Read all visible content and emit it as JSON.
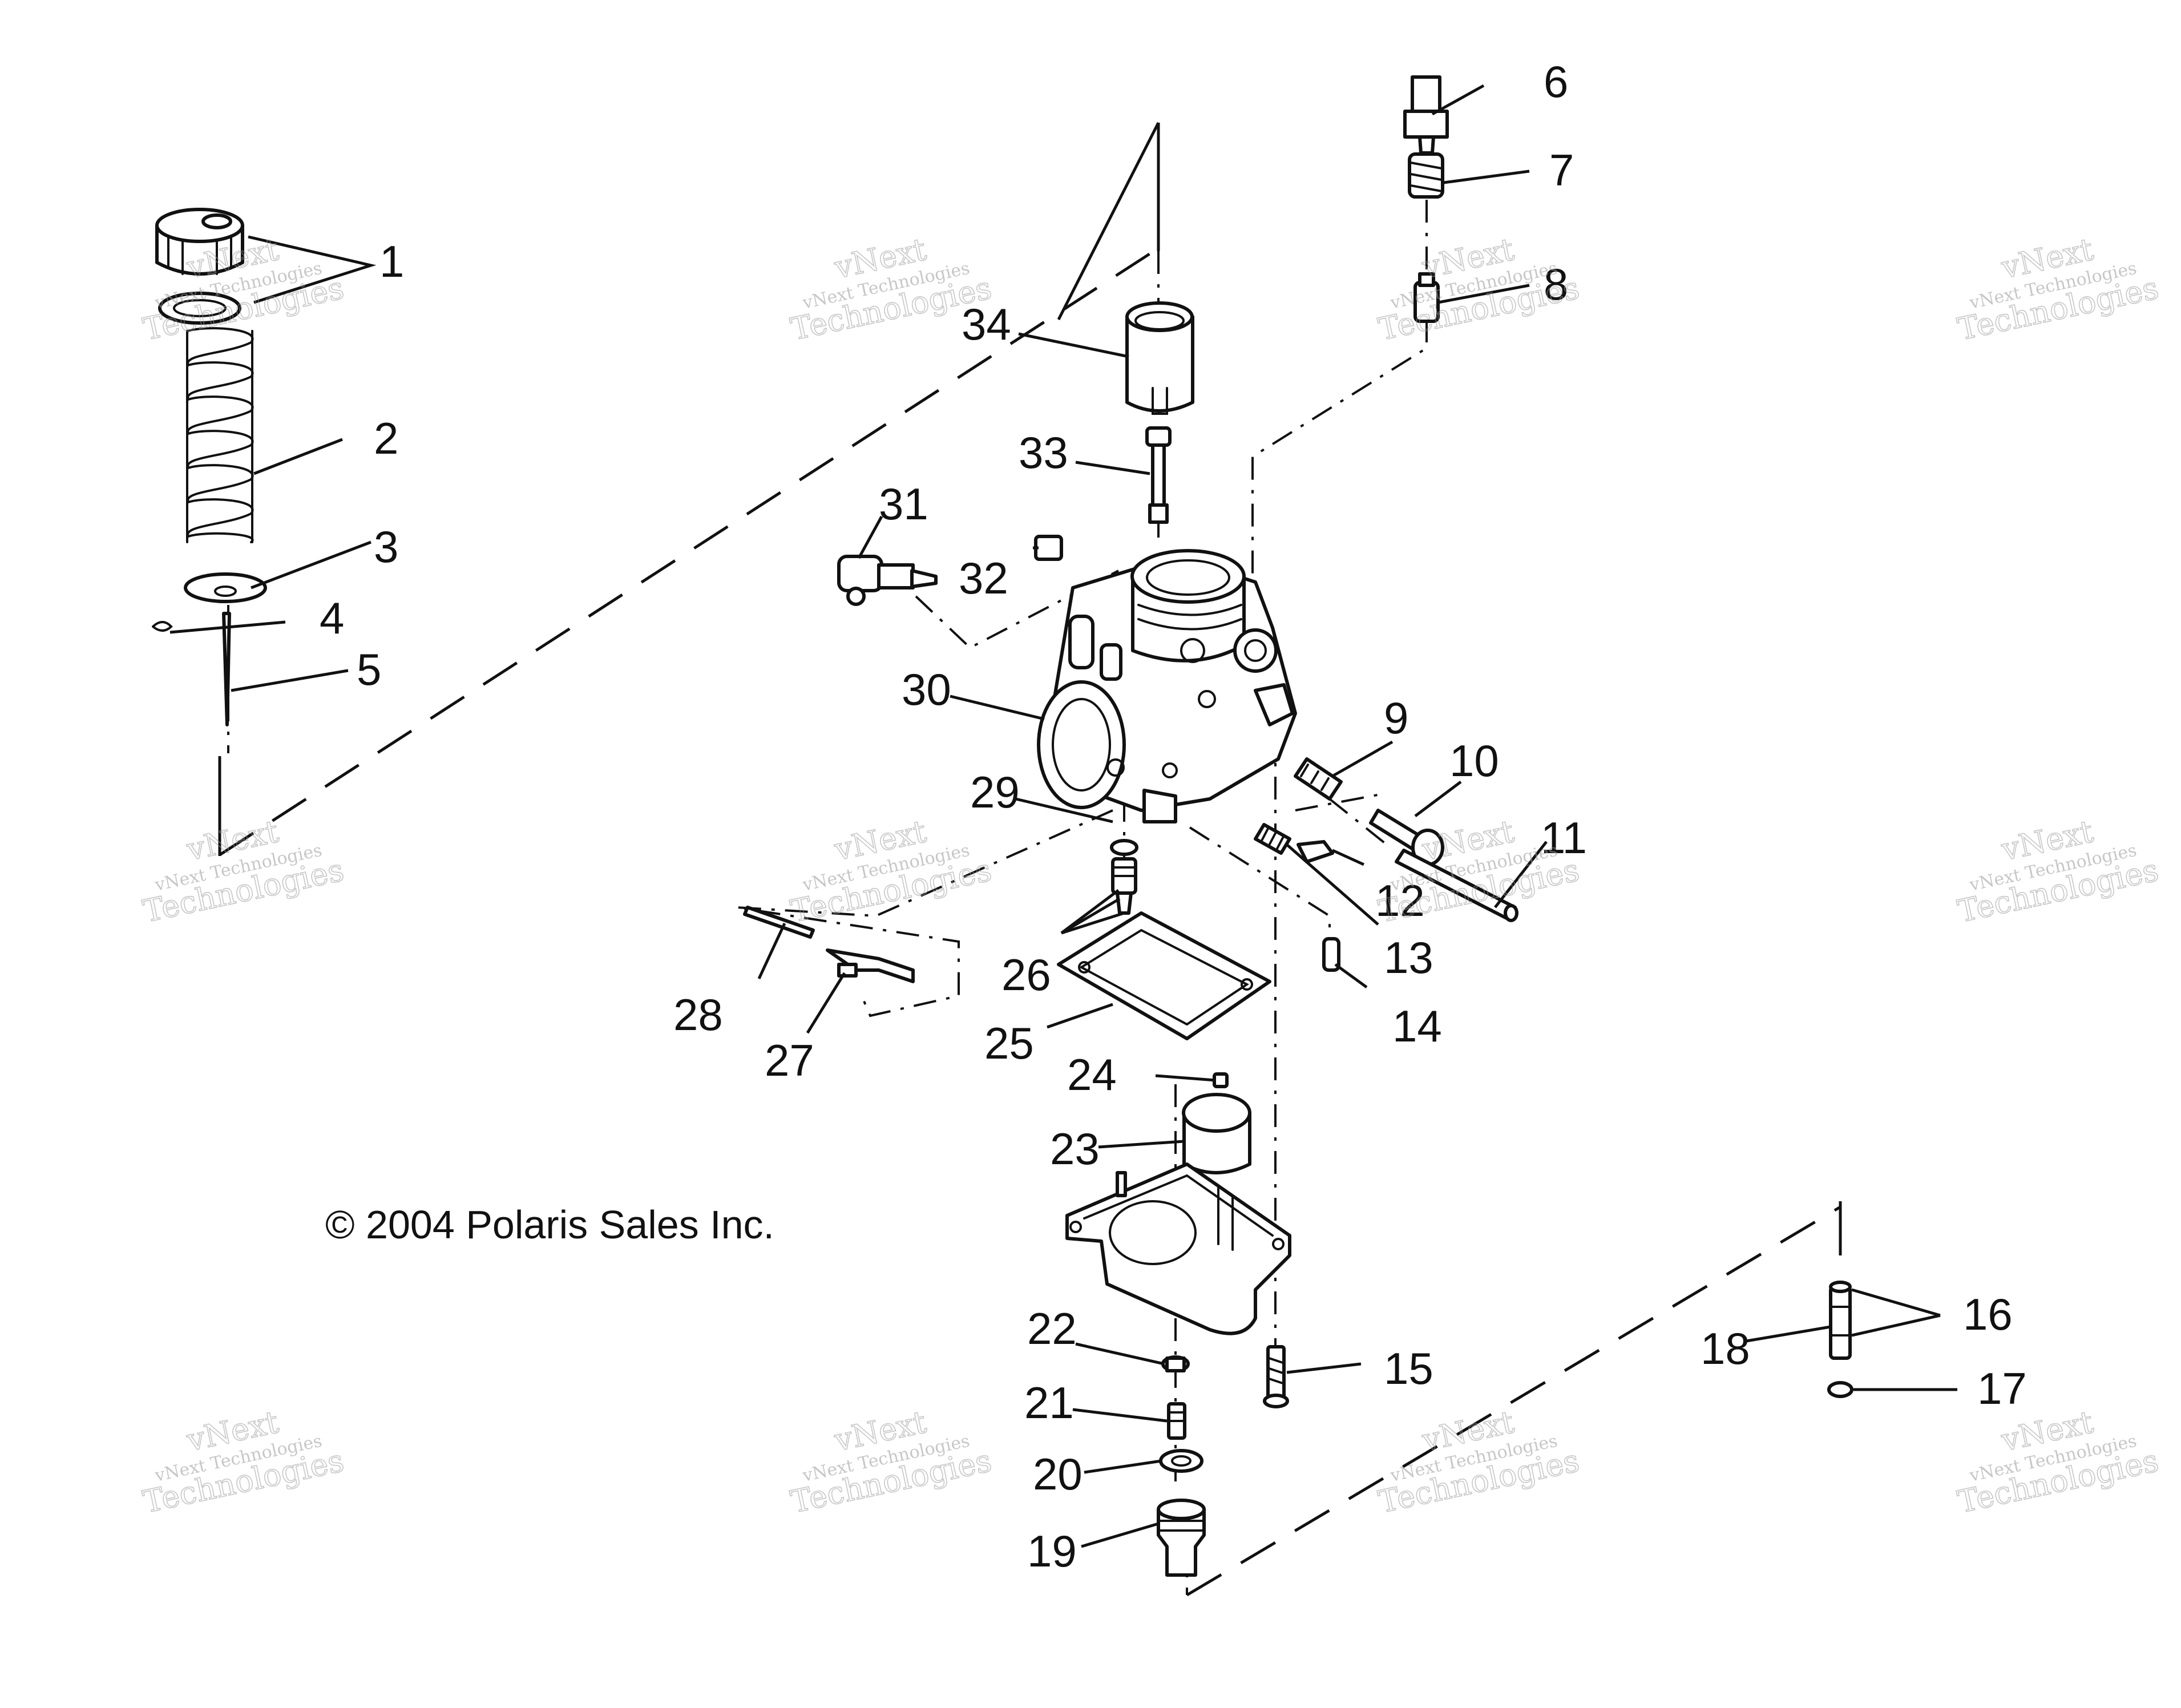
{
  "copyright": "© 2004 Polaris Sales Inc.",
  "watermark": {
    "line1": "vNext Technologies",
    "line2": "vNext",
    "line3": "Technologies"
  },
  "callouts": [
    "1",
    "2",
    "3",
    "4",
    "5",
    "6",
    "7",
    "8",
    "9",
    "10",
    "11",
    "12",
    "13",
    "14",
    "15",
    "16",
    "17",
    "18",
    "19",
    "20",
    "21",
    "22",
    "23",
    "24",
    "25",
    "26",
    "27",
    "28",
    "29",
    "30",
    "31",
    "32",
    "33",
    "34"
  ]
}
